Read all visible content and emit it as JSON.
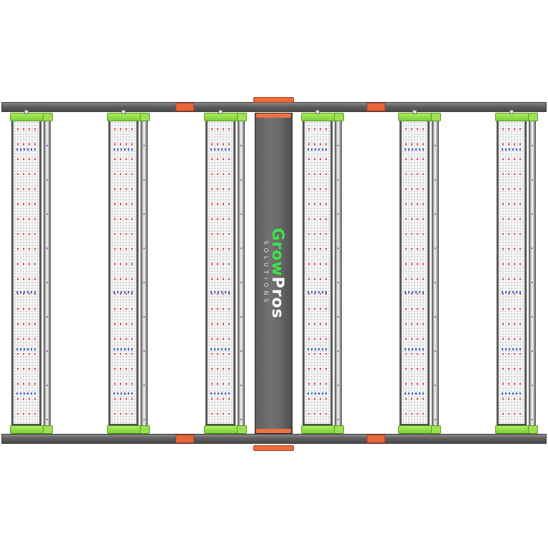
{
  "brand": {
    "logo_green": "Grow",
    "logo_white": "Pros",
    "logo_sub": "SOLUTIONS",
    "accent_green": "#3ee24a",
    "accent_orange": "#ef6b3c",
    "frame_gray": "#5f5f5f"
  },
  "product": {
    "led_bar_count": 6,
    "bars": [
      {
        "name": "led-bar-1"
      },
      {
        "name": "led-bar-2"
      },
      {
        "name": "led-bar-3"
      },
      {
        "name": "led-bar-4"
      },
      {
        "name": "led-bar-5"
      },
      {
        "name": "led-bar-6"
      }
    ]
  }
}
